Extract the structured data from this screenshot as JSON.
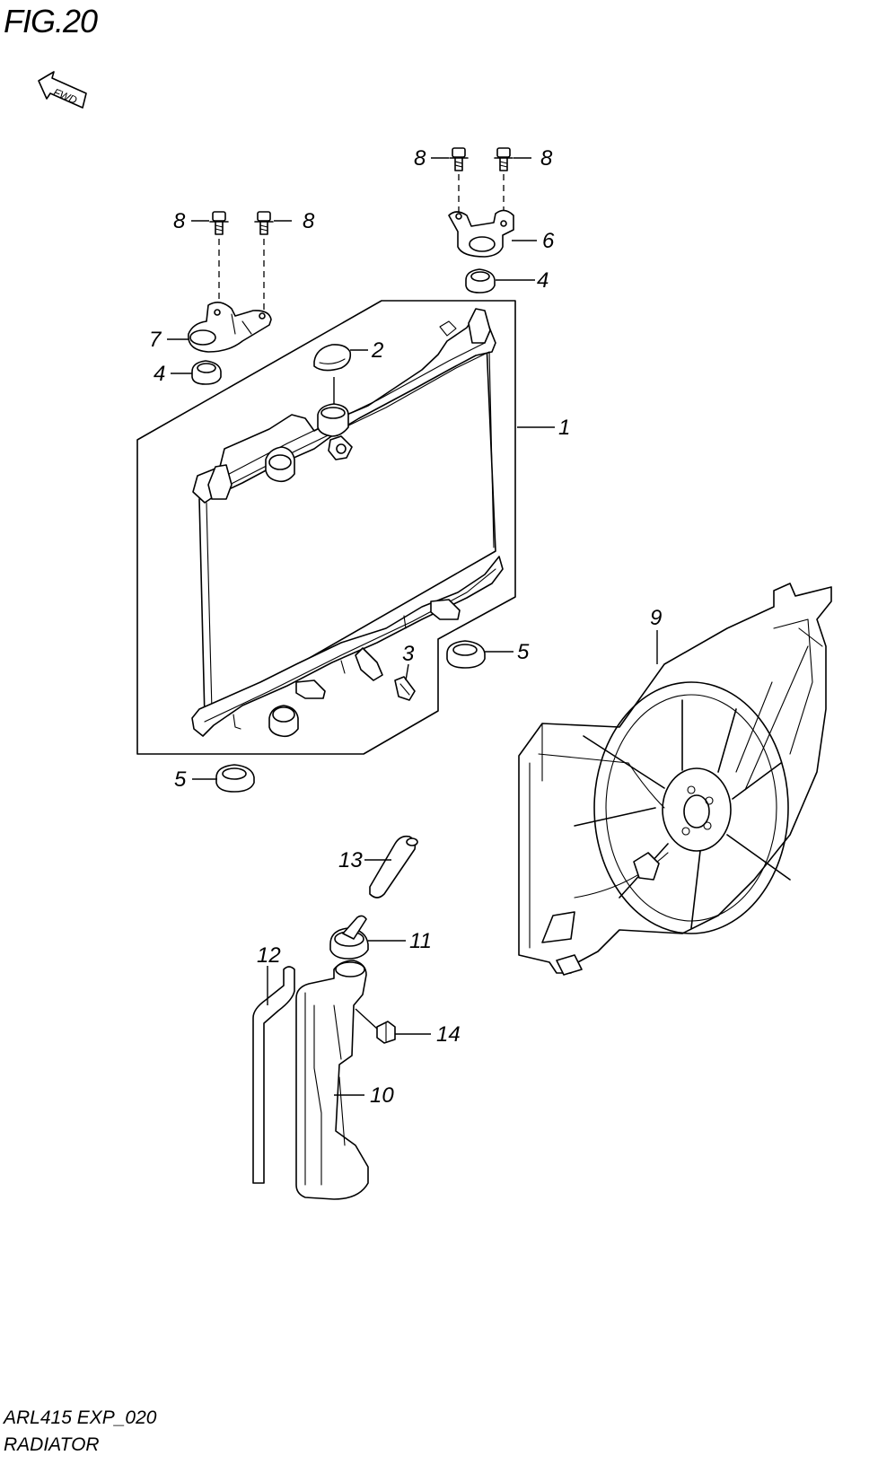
{
  "figure": {
    "title": "FIG.20",
    "direction_tag": "FWD",
    "code": "ARL415 EXP_020",
    "name": "RADIATOR"
  },
  "callouts": [
    {
      "key": "c8a",
      "text": "8"
    },
    {
      "key": "c8b",
      "text": "8"
    },
    {
      "key": "c8c",
      "text": "8"
    },
    {
      "key": "c8d",
      "text": "8"
    },
    {
      "key": "c6",
      "text": "6"
    },
    {
      "key": "c4a",
      "text": "4"
    },
    {
      "key": "c4b",
      "text": "4"
    },
    {
      "key": "c7",
      "text": "7"
    },
    {
      "key": "c2",
      "text": "2"
    },
    {
      "key": "c1",
      "text": "1"
    },
    {
      "key": "c3",
      "text": "3"
    },
    {
      "key": "c5a",
      "text": "5"
    },
    {
      "key": "c5b",
      "text": "5"
    },
    {
      "key": "c9",
      "text": "9"
    },
    {
      "key": "c13",
      "text": "13"
    },
    {
      "key": "c11",
      "text": "11"
    },
    {
      "key": "c12",
      "text": "12"
    },
    {
      "key": "c14",
      "text": "14"
    },
    {
      "key": "c10",
      "text": "10"
    }
  ],
  "icons": {
    "direction_arrow": "fwd-arrow-icon"
  }
}
